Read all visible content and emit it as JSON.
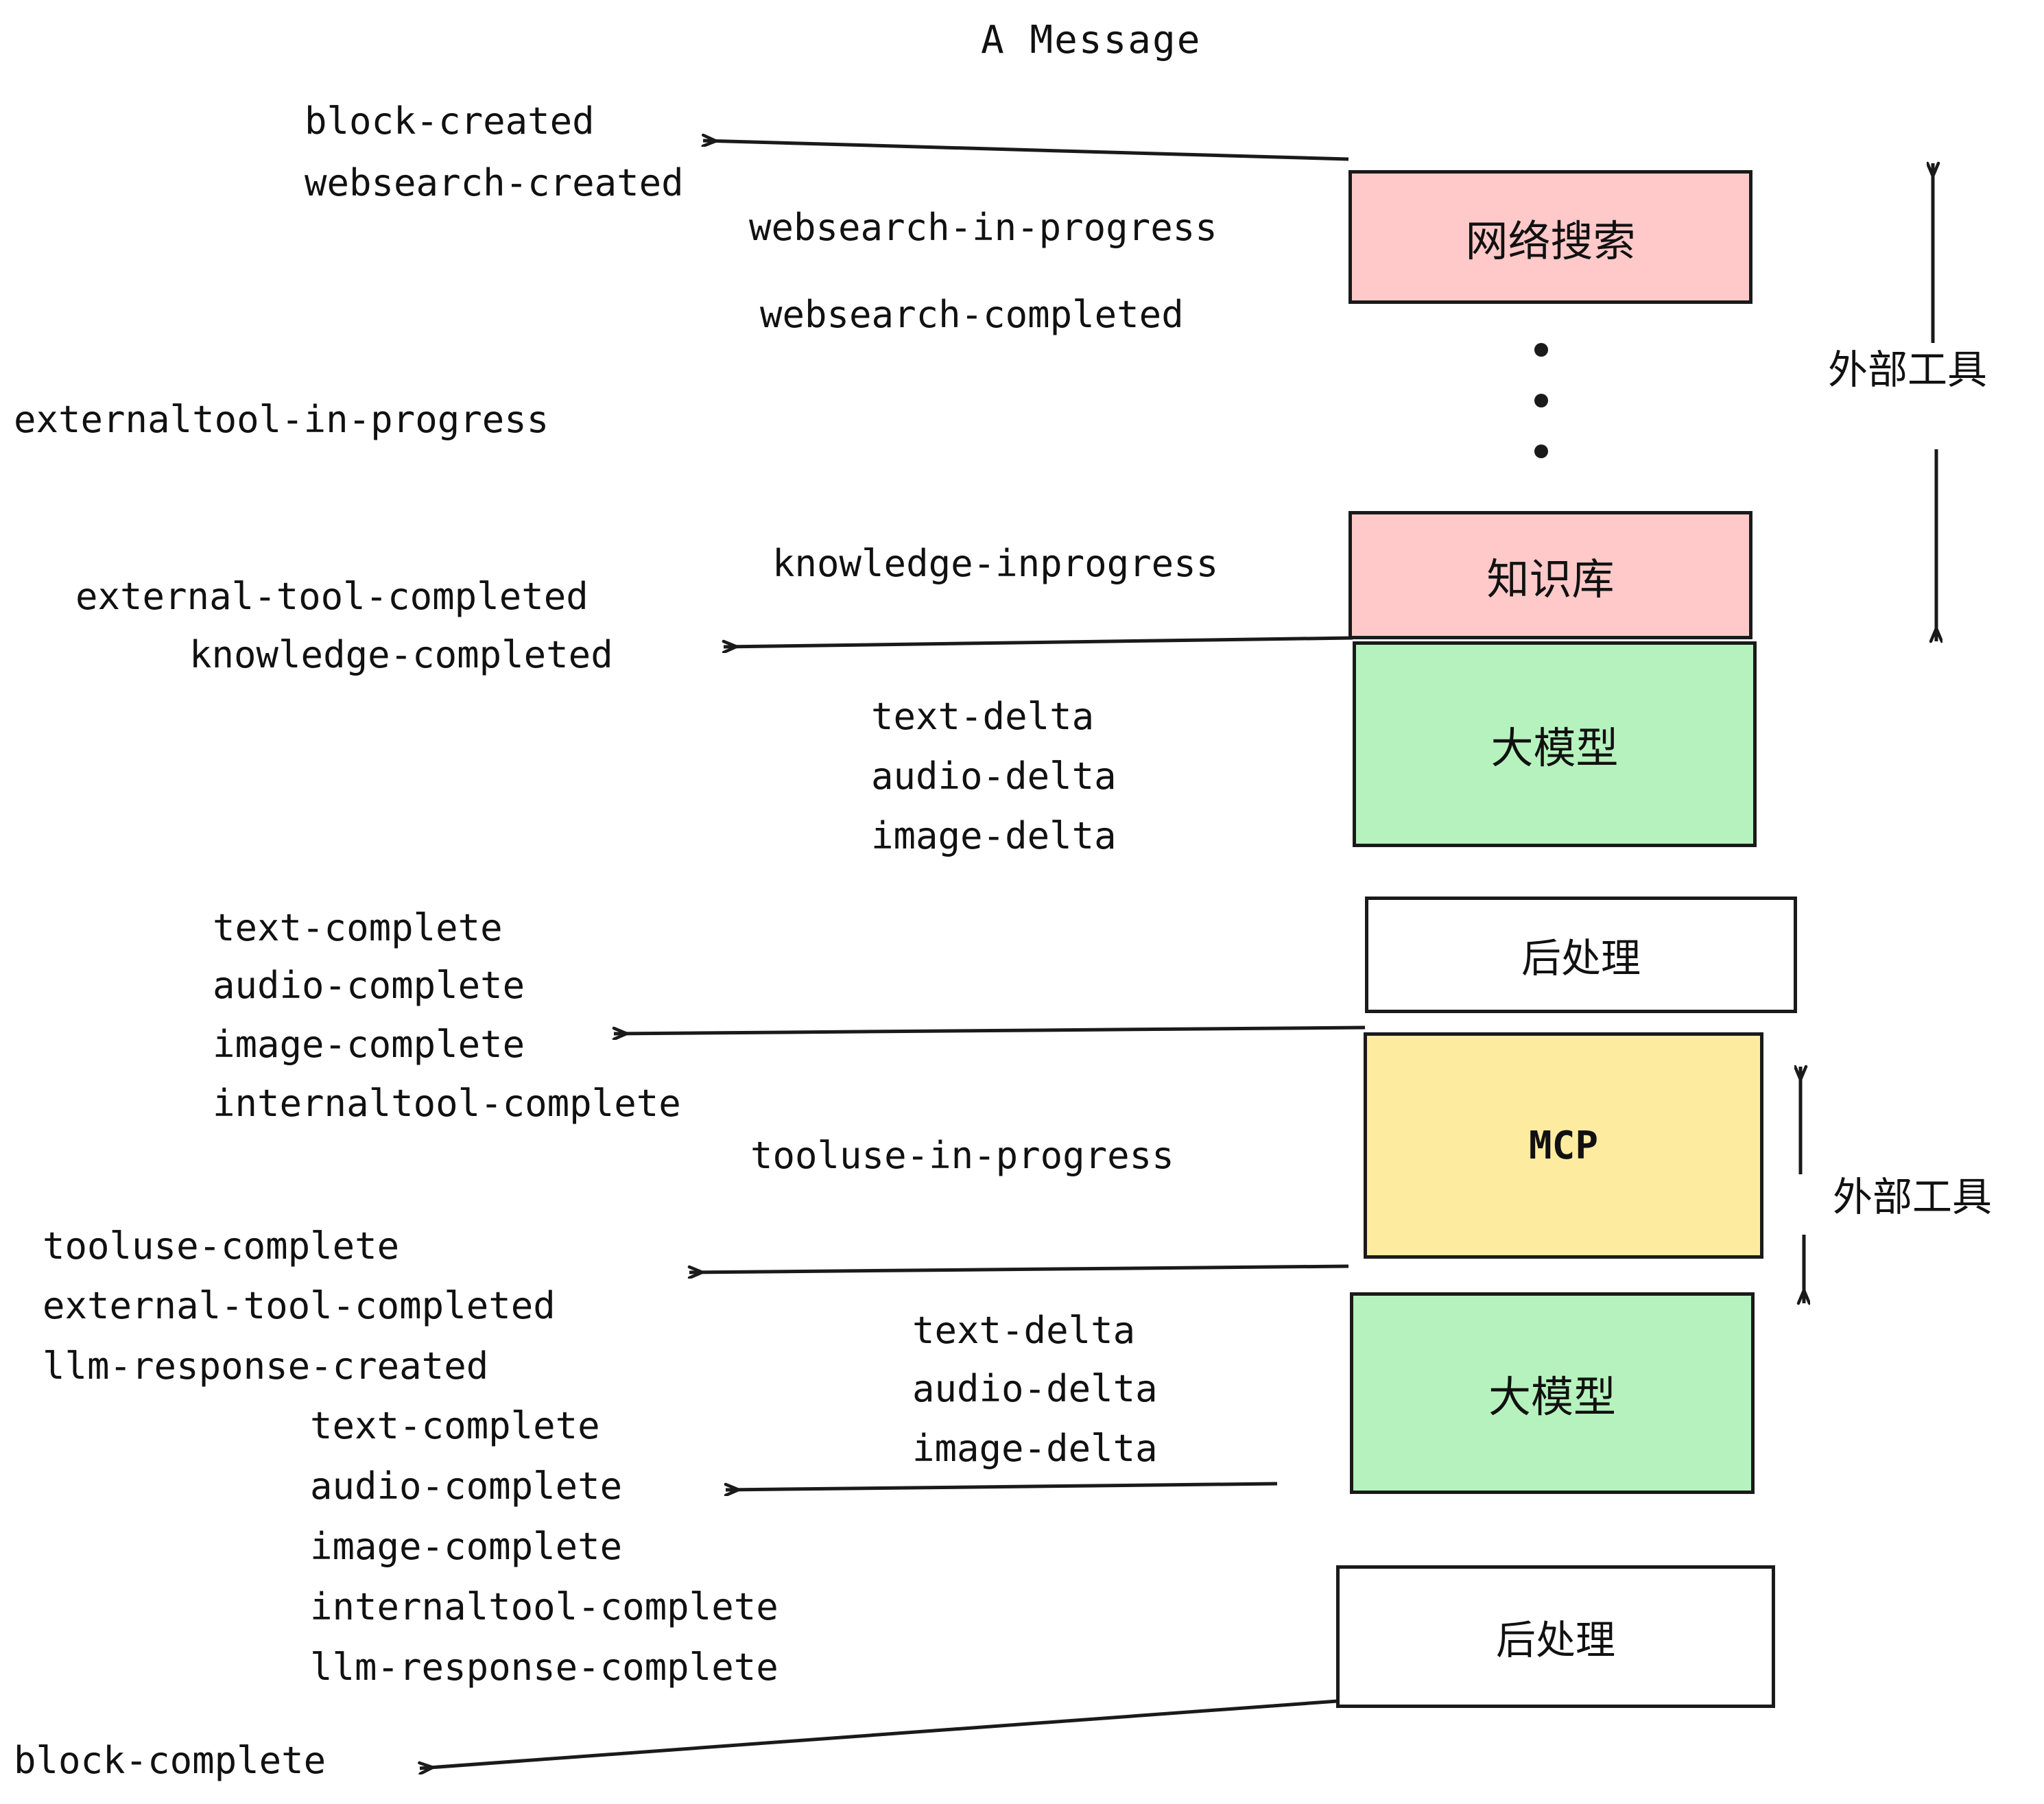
{
  "title": "A Message",
  "colors": {
    "pink": "#FFC9C9",
    "green": "#B6F2BD",
    "yellow": "#FDECA0",
    "white": "#FFFFFF",
    "stroke": "#1a1a1a",
    "text": "#111111",
    "background": "#FFFFFF"
  },
  "nodes": [
    {
      "id": "websearch",
      "label": "网络搜索",
      "fill": "pink"
    },
    {
      "id": "knowledge",
      "label": "知识库",
      "fill": "pink"
    },
    {
      "id": "llm-1",
      "label": "大模型",
      "fill": "green"
    },
    {
      "id": "postprocess-1",
      "label": "后处理",
      "fill": "white"
    },
    {
      "id": "mcp",
      "label": "MCP",
      "fill": "yellow"
    },
    {
      "id": "llm-2",
      "label": "大模型",
      "fill": "green"
    },
    {
      "id": "postprocess-2",
      "label": "后处理",
      "fill": "white"
    }
  ],
  "side_labels": [
    {
      "id": "external-tools-top",
      "label": "外部工具"
    },
    {
      "id": "external-tools-bottom",
      "label": "外部工具"
    }
  ],
  "events": [
    {
      "id": "block-created",
      "text": "block-created"
    },
    {
      "id": "websearch-created",
      "text": "websearch-created"
    },
    {
      "id": "websearch-in-progress",
      "text": "websearch-in-progress"
    },
    {
      "id": "websearch-completed",
      "text": "websearch-completed"
    },
    {
      "id": "externaltool-in-progress",
      "text": "externaltool-in-progress"
    },
    {
      "id": "knowledge-inprogress",
      "text": "knowledge-inprogress"
    },
    {
      "id": "external-tool-completed-1",
      "text": "external-tool-completed"
    },
    {
      "id": "knowledge-completed",
      "text": "knowledge-completed"
    },
    {
      "id": "text-delta-1",
      "text": "text-delta"
    },
    {
      "id": "audio-delta-1",
      "text": "audio-delta"
    },
    {
      "id": "image-delta-1",
      "text": "image-delta"
    },
    {
      "id": "text-complete-1",
      "text": "text-complete"
    },
    {
      "id": "audio-complete-1",
      "text": "audio-complete"
    },
    {
      "id": "image-complete-1",
      "text": "image-complete"
    },
    {
      "id": "internaltool-complete-1",
      "text": "internaltool-complete"
    },
    {
      "id": "tooluse-in-progress",
      "text": "tooluse-in-progress"
    },
    {
      "id": "tooluse-complete",
      "text": "tooluse-complete"
    },
    {
      "id": "external-tool-completed-2",
      "text": "external-tool-completed"
    },
    {
      "id": "llm-response-created",
      "text": "llm-response-created"
    },
    {
      "id": "text-delta-2",
      "text": "text-delta"
    },
    {
      "id": "audio-delta-2",
      "text": "audio-delta"
    },
    {
      "id": "image-delta-2",
      "text": "image-delta"
    },
    {
      "id": "text-complete-2",
      "text": "text-complete"
    },
    {
      "id": "audio-complete-2",
      "text": "audio-complete"
    },
    {
      "id": "image-complete-2",
      "text": "image-complete"
    },
    {
      "id": "internaltool-complete-2",
      "text": "internaltool-complete"
    },
    {
      "id": "llm-response-complete",
      "text": "llm-response-complete"
    },
    {
      "id": "block-complete",
      "text": "block-complete"
    }
  ]
}
